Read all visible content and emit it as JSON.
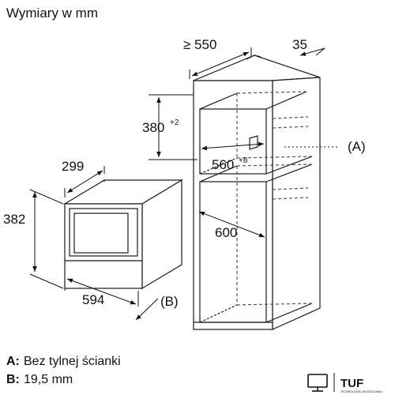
{
  "header": {
    "title": "Wymiary w mm"
  },
  "cabinet": {
    "width": "≥ 550",
    "side_offset": "35",
    "opening_height": "380",
    "opening_height_tol": "+2",
    "opening_width": "560",
    "opening_width_tol": "+8",
    "depth": "600"
  },
  "appliance": {
    "depth": "299",
    "height": "382",
    "width": "594"
  },
  "callouts": {
    "a": "(A)",
    "b": "(B)"
  },
  "legend": [
    {
      "key": "A:",
      "text": "Bez tylnej ścianki"
    },
    {
      "key": "B:",
      "text": "19,5 mm"
    }
  ],
  "badge": {
    "brand": "TUF",
    "sub": "TECHNOLOGIA UPLASZCZANIA"
  },
  "icons": [
    "tv-icon"
  ]
}
